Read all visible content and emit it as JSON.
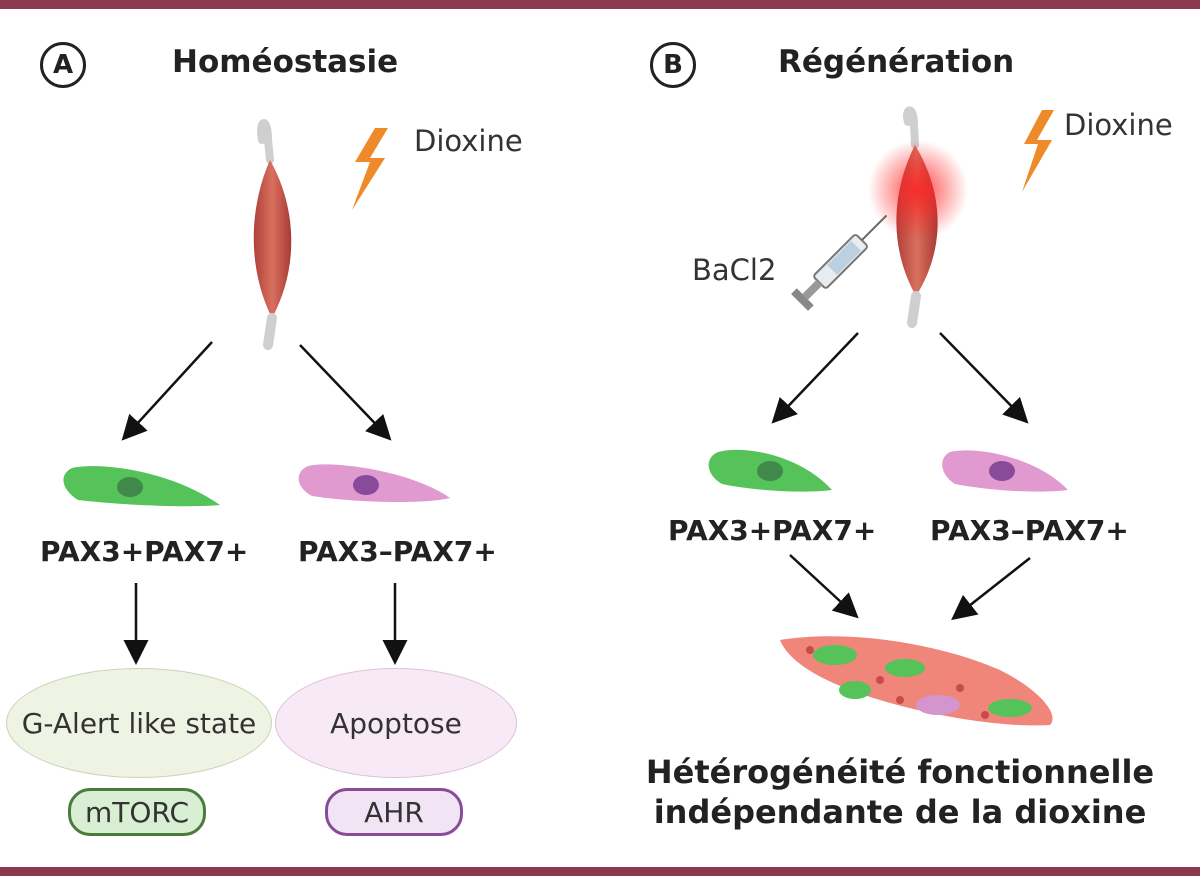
{
  "colors": {
    "frame": "#8b3a4e",
    "bolt": "#ef8a2a",
    "green_cell": "#56c25a",
    "pink_cell": "#e09ad0",
    "arrow": "#111111",
    "mtorc_fill": "#d9efd3",
    "mtorc_border": "#4a7a3c",
    "ahr_fill": "#f1e4f4",
    "ahr_border": "#8a4a9a"
  },
  "icons": [
    "lightning-bolt-icon",
    "muscle-icon",
    "syringe-icon",
    "cell-icon",
    "fiber-icon"
  ],
  "panel_a": {
    "letter": "A",
    "title": "Homéostasie",
    "stimulus": "Dioxine",
    "left_cell_label": "PAX3+PAX7+",
    "right_cell_label": "PAX3–PAX7+",
    "left_state": "G-Alert like state",
    "right_state": "Apoptose",
    "left_marker": "mTORC",
    "right_marker": "AHR"
  },
  "panel_b": {
    "letter": "B",
    "title": "Régénération",
    "stimulus": "Dioxine",
    "injection": "BaCl2",
    "left_cell_label": "PAX3+PAX7+",
    "right_cell_label": "PAX3–PAX7+",
    "summary_line1": "Hétérogénéité fonctionnelle",
    "summary_line2": "indépendante de la dioxine"
  }
}
